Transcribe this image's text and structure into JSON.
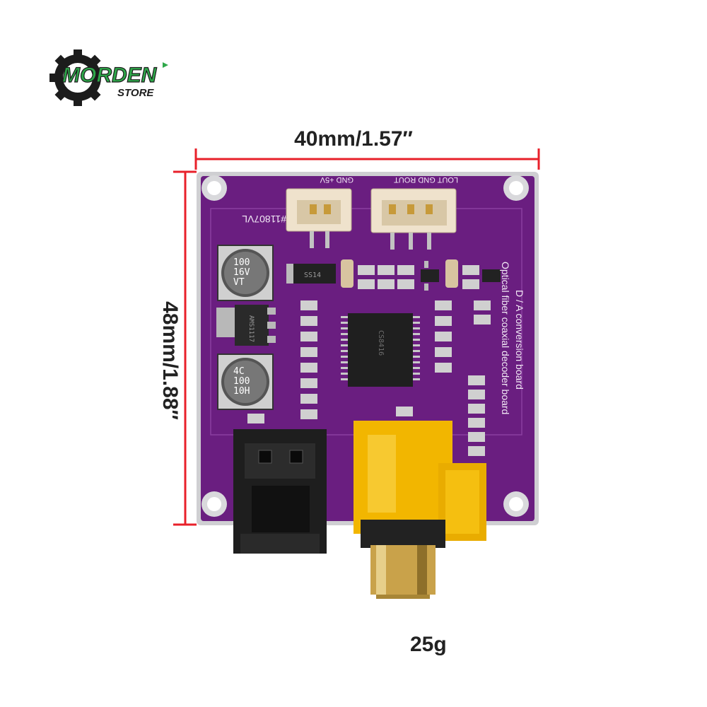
{
  "logo": {
    "brand_line1": "MORDEN",
    "brand_line2": "STORE"
  },
  "dimensions": {
    "width": "40mm/1.57″",
    "height": "48mm/1.88″"
  },
  "weight": "25g",
  "board": {
    "pcb_id": "#11807VL",
    "pin_labels_left": "GND  +5V",
    "pin_labels_right": "LOUT GND ROUT",
    "title_line1": "Optical fiber coaxial decoder board",
    "title_line2": "D / A  conversion board",
    "cap_top_text": [
      "100",
      "16V",
      "VT"
    ],
    "cap_bottom_text": [
      "4C",
      "100",
      "10H"
    ],
    "regulator_text": "AMS1117",
    "diode_text": "SS14",
    "chip_text": "CS8416"
  },
  "colors": {
    "pcb": "#6a1e80",
    "dimension_line": "#e8202a",
    "rca_connector": "#f2b600",
    "optical_connector": "#1e1e1e",
    "logo_green": "#2ea84a"
  }
}
